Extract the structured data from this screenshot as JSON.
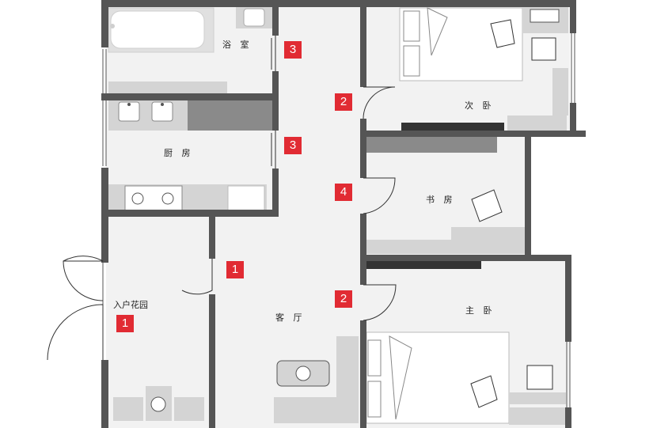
{
  "rooms": {
    "bathroom": "浴 室",
    "kitchen": "厨 房",
    "second_bedroom": "次 卧",
    "study": "书 房",
    "master_bedroom": "主 卧",
    "entry_garden": "入户花园",
    "living_room": "客 厅"
  },
  "markers": {
    "bath_door": "3",
    "kitchen_door": "3",
    "second_bed_door": "2",
    "study_door": "4",
    "master_door": "2",
    "living_door": "1",
    "garden": "1"
  },
  "colors": {
    "wall": "#555555",
    "floor": "#f2f2f2",
    "fixture": "#d4d4d4",
    "counter": "#8a8a8a",
    "marker": "#e12b33"
  }
}
